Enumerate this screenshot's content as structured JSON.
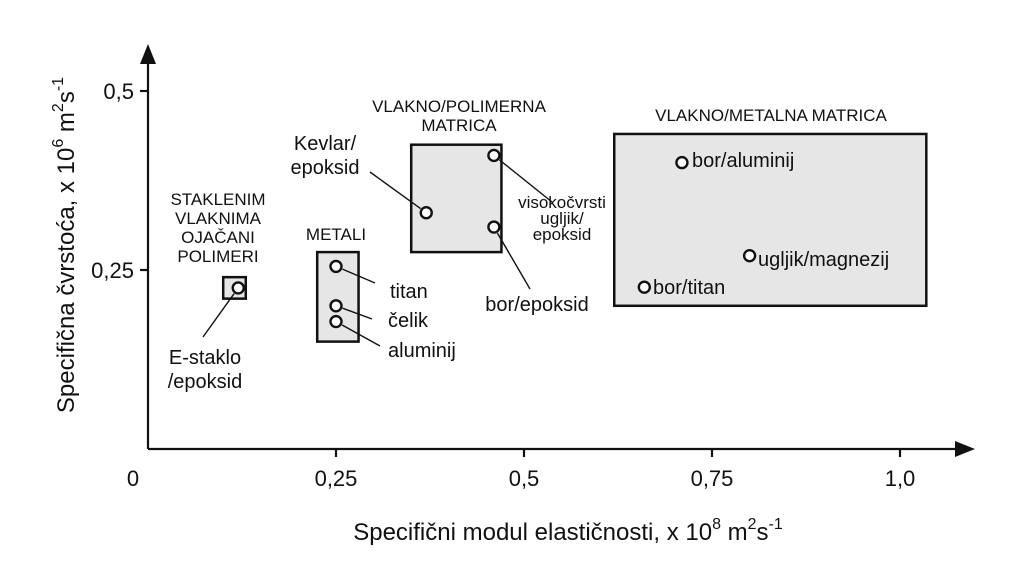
{
  "chart_data": {
    "type": "scatter",
    "xlabel": {
      "main": "Specifični modul elastičnosti, x 10",
      "sup1": "8",
      "mid": " m",
      "sup2": "2",
      "end": "s",
      "sup3": "-1"
    },
    "ylabel": {
      "main": "Specifična čvrstoća, x 10",
      "sup1": "6",
      "mid": " m",
      "sup2": "2",
      "end": "s",
      "sup3": "-1"
    },
    "xlim": [
      0,
      1.1
    ],
    "ylim": [
      0,
      0.55
    ],
    "x_ticks": [
      {
        "value": 0,
        "label": "0"
      },
      {
        "value": 0.25,
        "label": "0,25"
      },
      {
        "value": 0.5,
        "label": "0,5"
      },
      {
        "value": 0.75,
        "label": "0,75"
      },
      {
        "value": 1.0,
        "label": "1,0"
      }
    ],
    "y_ticks": [
      {
        "value": 0.25,
        "label": "0,25"
      },
      {
        "value": 0.5,
        "label": "0,5"
      }
    ],
    "grid": false,
    "groups": [
      {
        "label": [
          "STAKLENIM",
          "VLAKNIMA",
          "OJAČANI",
          "POLIMERI"
        ],
        "x0": 0.1,
        "x1": 0.13,
        "y0": 0.21,
        "y1": 0.24
      },
      {
        "label": [
          "METALI"
        ],
        "x0": 0.225,
        "x1": 0.28,
        "y0": 0.15,
        "y1": 0.275
      },
      {
        "label": [
          "VLAKNO/POLIMERNA",
          "MATRICA"
        ],
        "x0": 0.35,
        "x1": 0.47,
        "y0": 0.275,
        "y1": 0.425
      },
      {
        "label": [
          "VLAKNO/METALNA MATRICA"
        ],
        "x0": 0.62,
        "x1": 1.035,
        "y0": 0.2,
        "y1": 0.44
      }
    ],
    "points": [
      {
        "name": [
          "E-staklo",
          "/epoksid"
        ],
        "x": 0.12,
        "y": 0.225
      },
      {
        "name": [
          "titan"
        ],
        "x": 0.25,
        "y": 0.255
      },
      {
        "name": [
          "čelik"
        ],
        "x": 0.25,
        "y": 0.2
      },
      {
        "name": [
          "aluminij"
        ],
        "x": 0.25,
        "y": 0.178
      },
      {
        "name": [
          "Kevlar/",
          "epoksid"
        ],
        "x": 0.37,
        "y": 0.33
      },
      {
        "name": [
          "visokočvrsti",
          "ugljik/",
          "epoksid"
        ],
        "x": 0.46,
        "y": 0.41
      },
      {
        "name": [
          "bor/epoksid"
        ],
        "x": 0.46,
        "y": 0.31
      },
      {
        "name": [
          "bor/aluminij"
        ],
        "x": 0.71,
        "y": 0.4
      },
      {
        "name": [
          "ugljik/magnezij"
        ],
        "x": 0.8,
        "y": 0.27
      },
      {
        "name": [
          "bor/titan"
        ],
        "x": 0.66,
        "y": 0.226
      }
    ]
  }
}
